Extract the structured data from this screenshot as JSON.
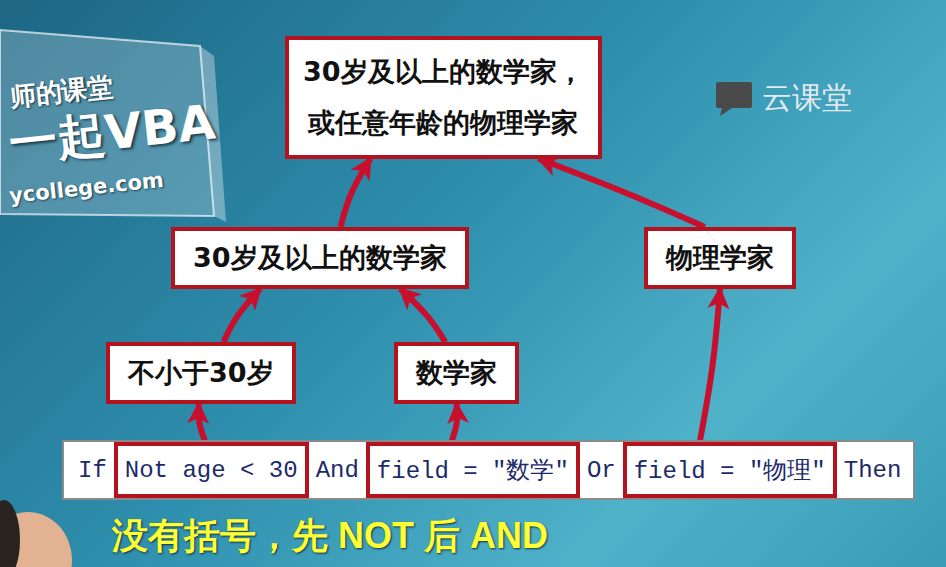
{
  "diagram": {
    "nodes": [
      {
        "text": [
          "30岁及以上的数学家， 或任意年龄的物理学家"
        ]
      },
      {
        "text": [
          "30岁及以上的数学家"
        ]
      },
      {
        "text": [
          "物理学家"
        ]
      },
      {
        "text": [
          "不小于30岁"
        ]
      },
      {
        "text": [
          "数学家"
        ]
      },
      {
        "text": [
          "If",
          "And",
          "Or",
          "Then"
        ]
      },
      {
        "text": [
          "Not age < 30"
        ],
        "in": 5
      },
      {
        "text": [
          "field = \"数学\""
        ],
        "in": 5
      },
      {
        "text": [
          "field = \"物理\""
        ],
        "in": 5
      }
    ],
    "edges": [
      {
        "from": 6,
        "to": 3,
        "arrow": "to"
      },
      {
        "from": 7,
        "to": 4,
        "arrow": "to"
      },
      {
        "from": 8,
        "to": 2,
        "arrow": "to"
      },
      {
        "from": 3,
        "to": 1,
        "arrow": "to"
      },
      {
        "from": 4,
        "to": 1,
        "arrow": "to"
      },
      {
        "from": 1,
        "to": 0,
        "arrow": "to"
      },
      {
        "from": 2,
        "to": 0,
        "arrow": "to"
      }
    ],
    "labels": [
      "师的课堂",
      "一起VBA",
      "ycollege.com",
      "云课堂",
      "没有括号，先 NOT 后 AND"
    ]
  }
}
